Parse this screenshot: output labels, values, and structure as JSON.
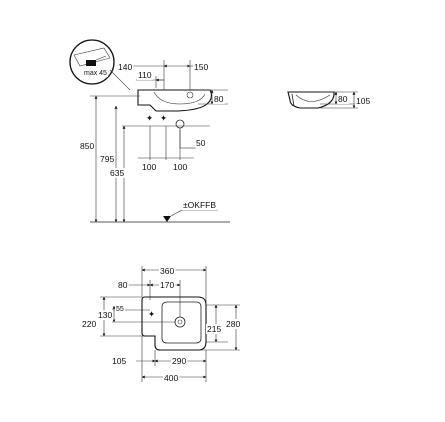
{
  "drawing": {
    "side_view": {
      "detail_max": "max 45",
      "dims": {
        "d140": "140",
        "d150": "150",
        "d110": "110",
        "d80": "80",
        "d50": "50",
        "d850": "850",
        "d795": "795",
        "d635": "635",
        "d100a": "100",
        "d100b": "100"
      },
      "floor_label": "±OKFFB"
    },
    "front_view": {
      "dims": {
        "d80": "80",
        "d105": "105"
      }
    },
    "top_view": {
      "dims": {
        "d360": "360",
        "d80": "80",
        "d170": "170",
        "d55": "55",
        "d130": "130",
        "d220": "220",
        "d215": "215",
        "d280": "280",
        "d105": "105",
        "d290": "290",
        "d400": "400"
      }
    }
  }
}
